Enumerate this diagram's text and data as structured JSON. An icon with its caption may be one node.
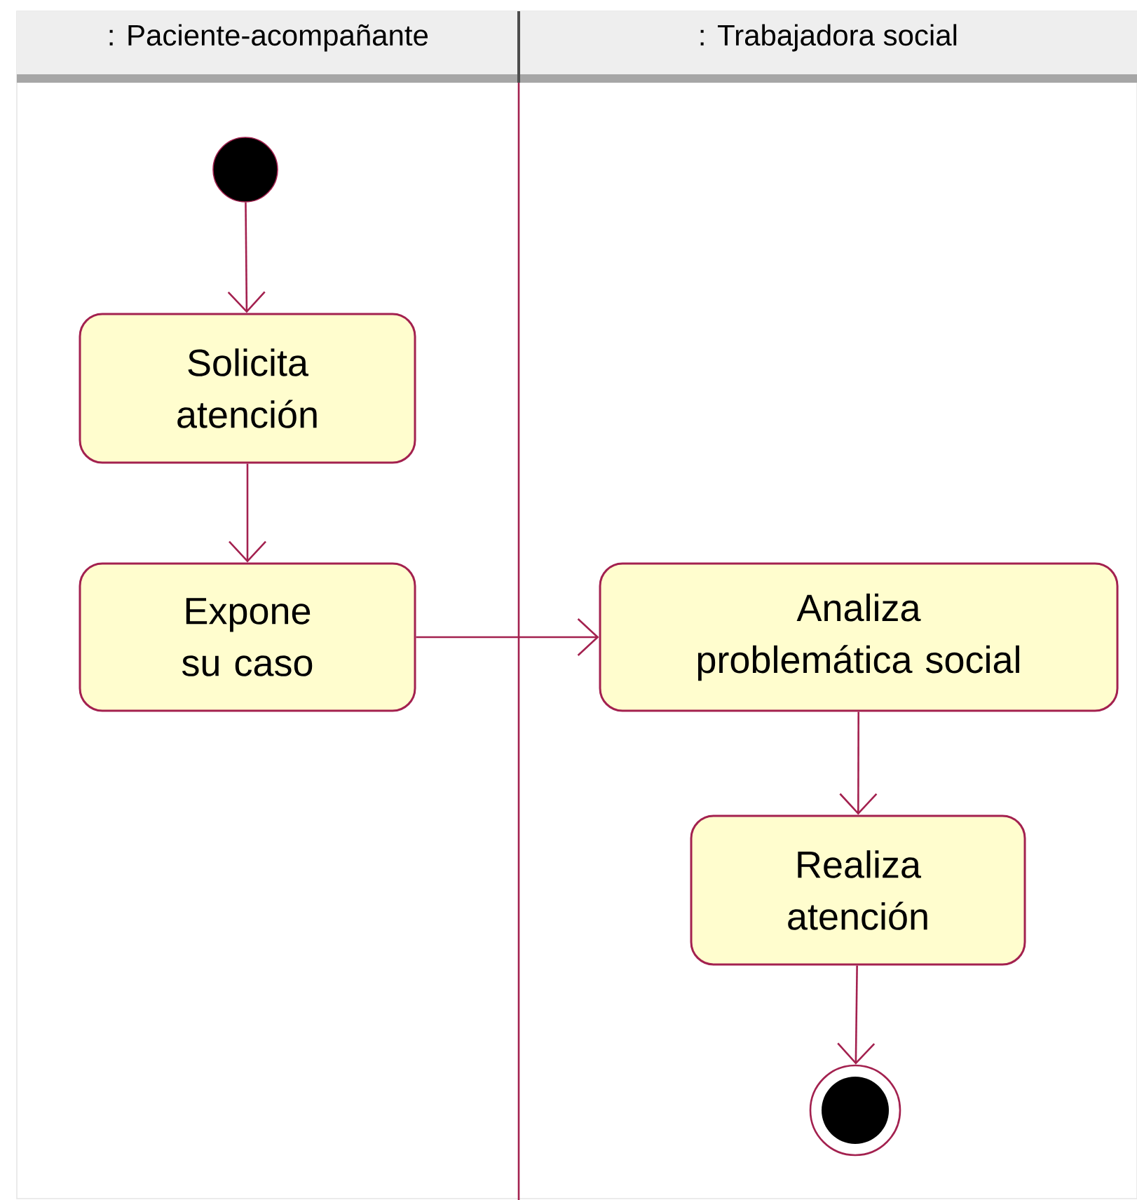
{
  "diagram": {
    "nodes": [
      {
        "text": [
          ": Paciente-acompañante"
        ]
      },
      {
        "text": [
          ": Trabajadora social"
        ]
      },
      {
        "text": [],
        "shape": "circle",
        "in": 0
      },
      {
        "text": [
          "Solicita atención"
        ],
        "in": 0
      },
      {
        "text": [
          "Expone su caso"
        ],
        "in": 0
      },
      {
        "text": [
          "Analiza problemática social"
        ],
        "in": 1
      },
      {
        "text": [
          "Realiza atención"
        ],
        "in": 1
      },
      {
        "text": [],
        "shape": "bullseye",
        "in": 1
      }
    ],
    "edges": [
      {
        "from": 2,
        "to": 3,
        "arrow": "to"
      },
      {
        "from": 3,
        "to": 4,
        "arrow": "to"
      },
      {
        "from": 4,
        "to": 5,
        "arrow": "to"
      },
      {
        "from": 5,
        "to": 6,
        "arrow": "to"
      },
      {
        "from": 6,
        "to": 7,
        "arrow": "to"
      }
    ]
  }
}
